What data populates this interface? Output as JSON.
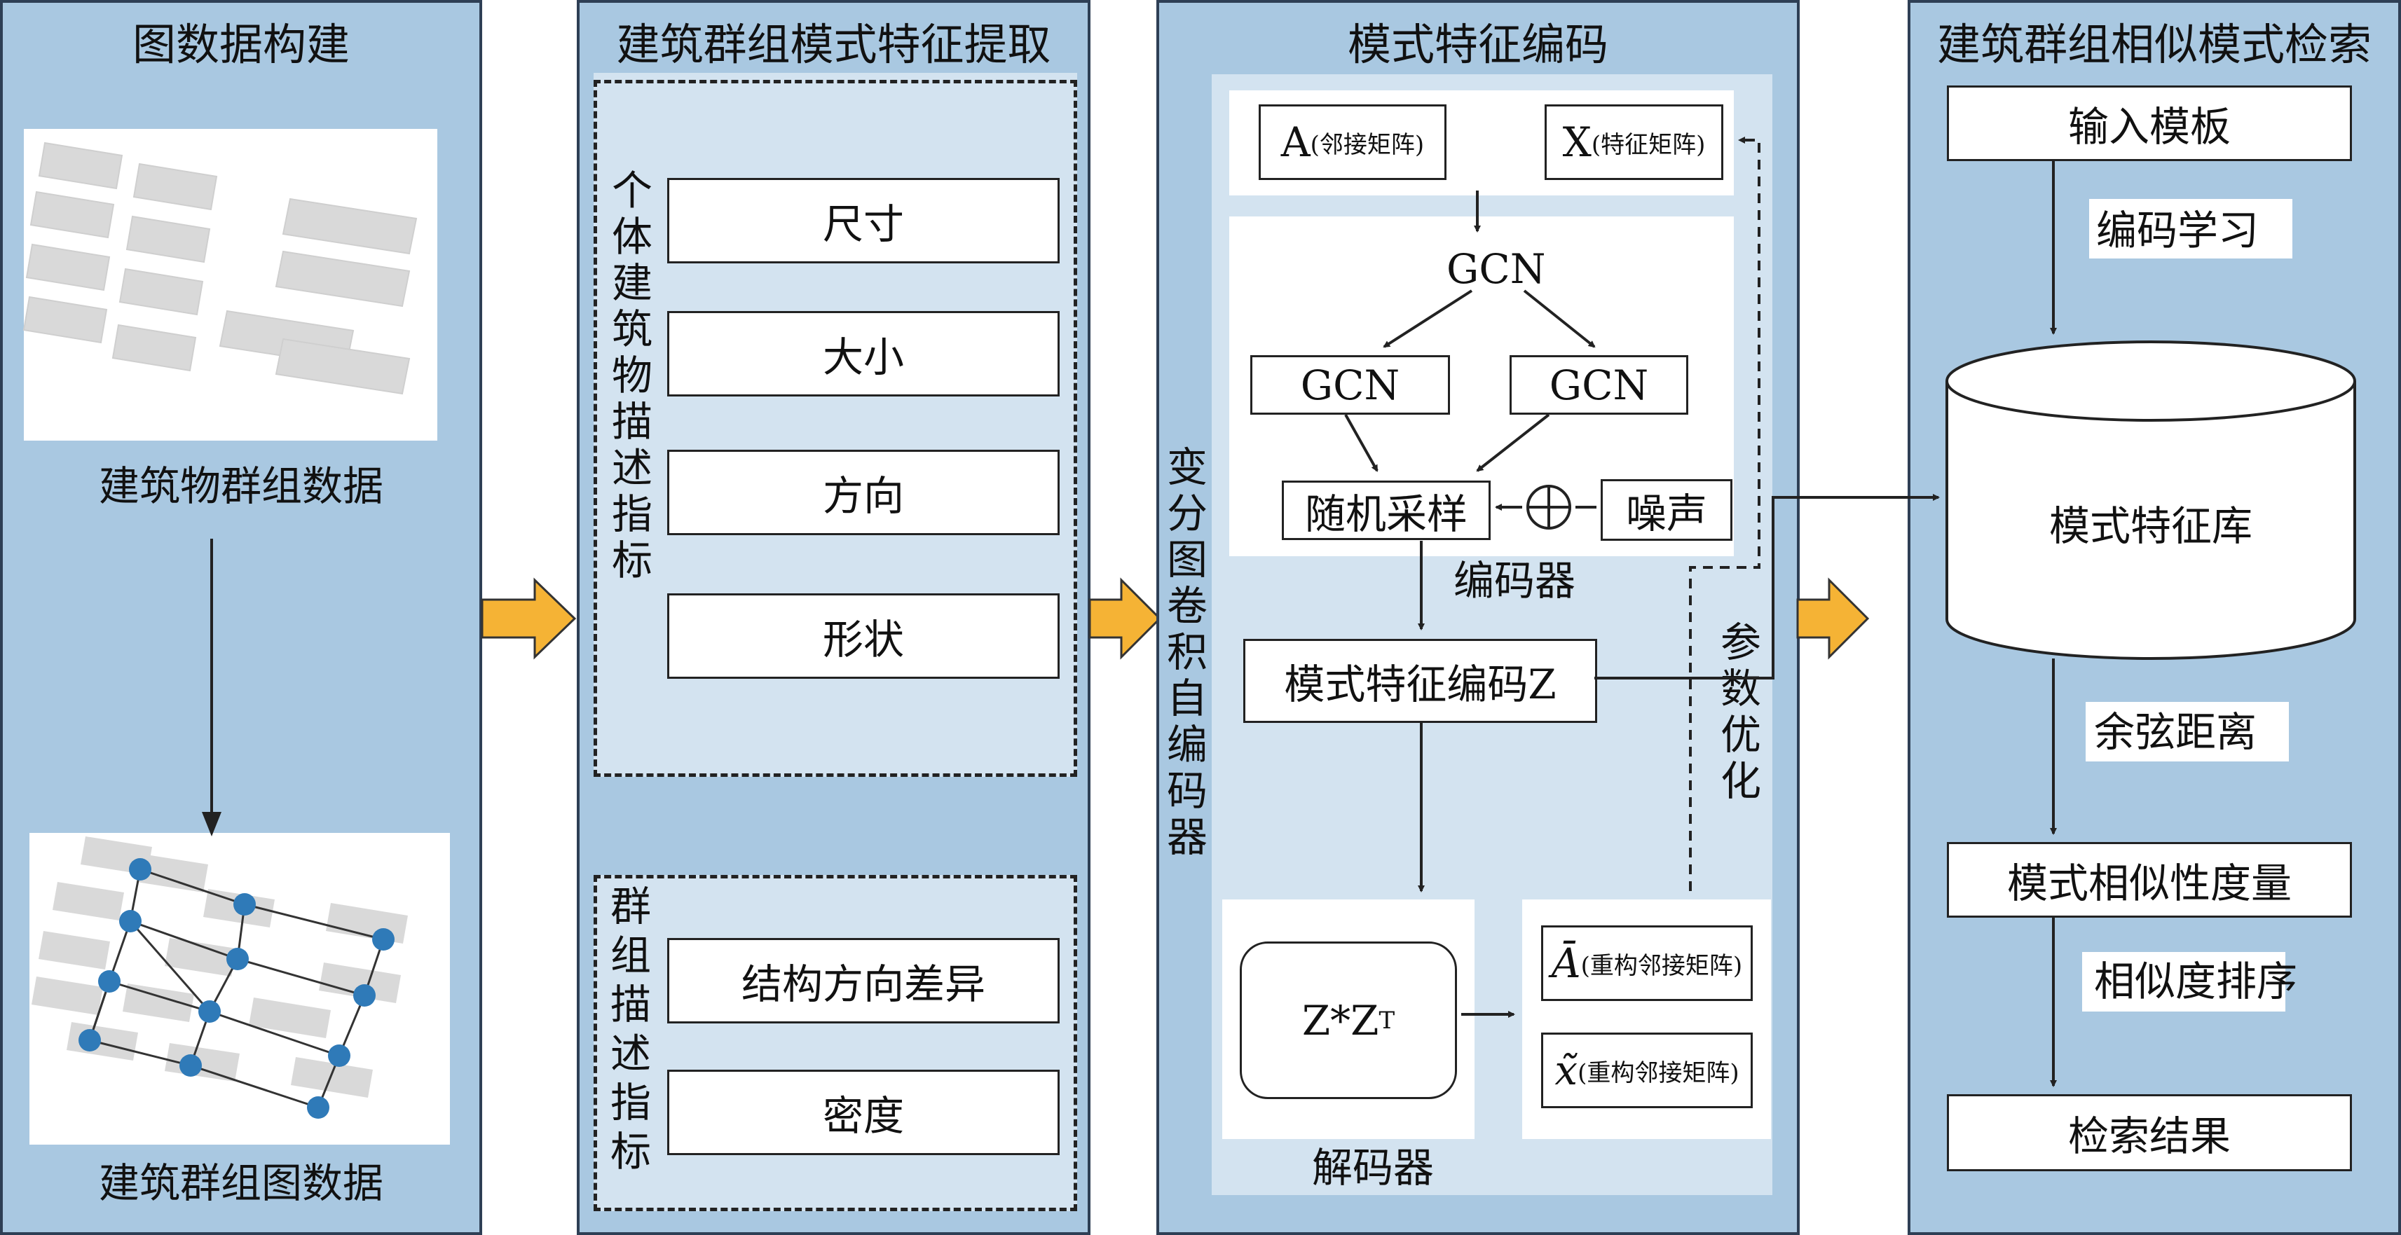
{
  "panel1": {
    "title": "图数据构建",
    "label_buildings": "建筑物群组数据",
    "label_graph": "建筑群组图数据"
  },
  "panel2": {
    "title": "建筑群组模式特征提取",
    "individual_vertical": "个体建筑物描述指标",
    "individual_items": [
      "尺寸",
      "大小",
      "方向",
      "形状"
    ],
    "group_vertical": "群组描述指标",
    "group_items": [
      "结构方向差异",
      "密度"
    ]
  },
  "panel3": {
    "title": "模式特征编码",
    "vgae_vertical": "变分图卷积自编码器",
    "input_a": "A",
    "input_a_sub": "(邻接矩阵)",
    "input_x": "X",
    "input_x_sub": "(特征矩阵)",
    "gcn_top": "GCN",
    "gcn_left": "GCN",
    "gcn_right": "GCN",
    "sampling": "随机采样",
    "plus_symbol": "⊕",
    "noise": "噪声",
    "encoder_label": "编码器",
    "code_z": "模式特征编码Z",
    "param_opt_vertical": "参数优化",
    "decoder_op": "Z*Z",
    "decoder_op_sup": "T",
    "out_a": "Ā",
    "out_a_sub": "(重构邻接矩阵)",
    "out_x": "x̃",
    "out_x_sub": "(重构邻接矩阵)",
    "decoder_label": "解码器"
  },
  "panel4": {
    "title": "建筑群组相似模式检索",
    "input_template": "输入模板",
    "learning_label": "编码学习",
    "db_label": "模式特征库",
    "cosine_label": "余弦距离",
    "similarity": "模式相似性度量",
    "sort_label": "相似度排序",
    "result": "检索结果"
  },
  "colors": {
    "panel_bg": "#a9c8e1",
    "inner_bg": "#d3e3f0",
    "node": "#2f7ab8",
    "building": "#d9d9d9",
    "orange_arrow": "#f5b335"
  }
}
